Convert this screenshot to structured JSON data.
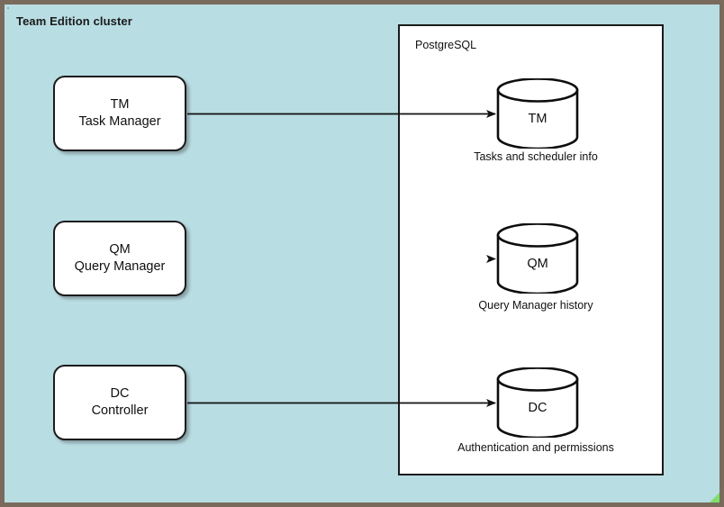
{
  "diagram": {
    "title": "Team Edition cluster",
    "background_color": "#b8dde3",
    "border_color": "#7a6a5c",
    "accent_color": "#7ee06a"
  },
  "container": {
    "label": "PostgreSQL",
    "fill": "#ffffff",
    "stroke": "#1b1b1b"
  },
  "services": [
    {
      "id": "tm",
      "abbr": "TM",
      "name": "Task Manager"
    },
    {
      "id": "qm",
      "abbr": "QM",
      "name": "Query Manager"
    },
    {
      "id": "dc",
      "abbr": "DC",
      "name": "Controller"
    }
  ],
  "databases": [
    {
      "id": "tm",
      "label": "TM",
      "caption": "Tasks and scheduler info"
    },
    {
      "id": "qm",
      "label": "QM",
      "caption": "Query Manager history"
    },
    {
      "id": "dc",
      "label": "DC",
      "caption": "Authentication and permissions"
    }
  ],
  "connections": [
    {
      "from": "TM",
      "to": "TM",
      "style": "arrow"
    },
    {
      "from": "QM",
      "to": "QM",
      "style": "arrow"
    },
    {
      "from": "DC",
      "to": "DC",
      "style": "arrow"
    }
  ]
}
